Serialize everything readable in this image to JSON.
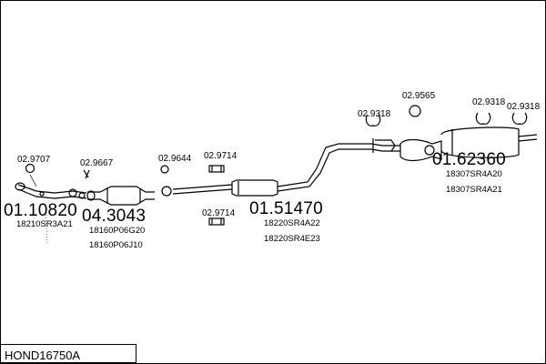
{
  "diagram_title": "HOND16750A",
  "parts": [
    {
      "id": "clamp_a",
      "code": "02.9707"
    },
    {
      "id": "clamp_b",
      "code": "02.9667"
    },
    {
      "id": "front_pipe",
      "code": "01.10820",
      "refs": [
        "18210SR3A21"
      ]
    },
    {
      "id": "cat",
      "code": "04.3043",
      "refs": [
        "18160P06G20",
        "18160P06J10"
      ]
    },
    {
      "id": "gasket_a",
      "code": "02.9644"
    },
    {
      "id": "mount_a",
      "code": "02.9714"
    },
    {
      "id": "mount_b",
      "code": "02.9714"
    },
    {
      "id": "center_silencer",
      "code": "01.51470",
      "refs": [
        "18220SR4A22",
        "18220SR4E23"
      ]
    },
    {
      "id": "clamp_c",
      "code": "02.9318"
    },
    {
      "id": "ring_a",
      "code": "02.9565"
    },
    {
      "id": "clamp_d",
      "code": "02.9318"
    },
    {
      "id": "clamp_e",
      "code": "02.9318"
    },
    {
      "id": "rear_silencer",
      "code": "01.62360",
      "refs": [
        "18307SR4A20",
        "18307SR4A21"
      ]
    }
  ]
}
